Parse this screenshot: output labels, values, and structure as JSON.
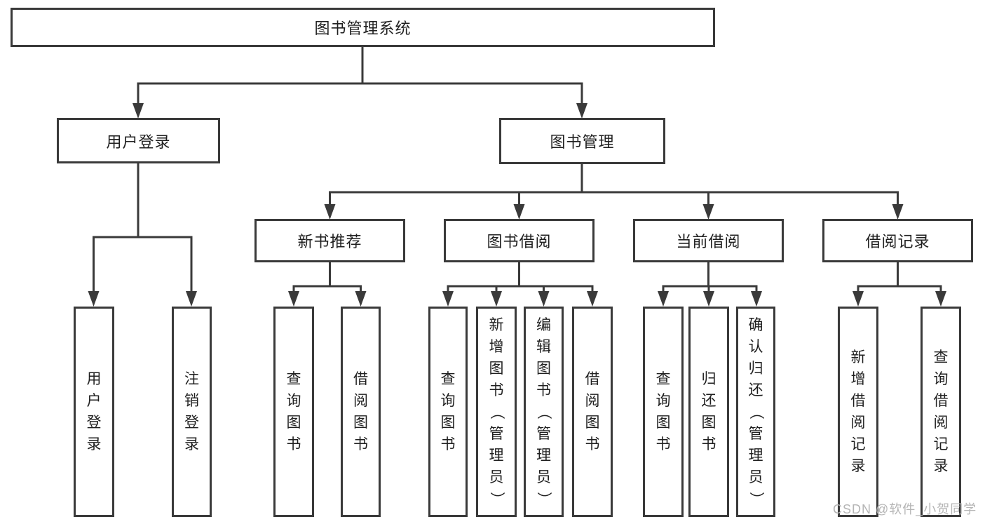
{
  "colors": {
    "line": "#3a3a3a",
    "text": "#1f1f1f",
    "background": "#ffffff",
    "watermark": "#b5b5b5"
  },
  "watermark": "CSDN @软件_小贺同学",
  "tree": {
    "root": "图书管理系统",
    "branches": [
      {
        "label": "用户登录",
        "children": [
          "用户登录",
          "注销登录"
        ]
      },
      {
        "label": "图书管理",
        "children": [
          {
            "label": "新书推荐",
            "children": [
              "查询图书",
              "借阅图书"
            ]
          },
          {
            "label": "图书借阅",
            "children": [
              "查询图书",
              "新增图书（管理员）",
              "编辑图书（管理员）",
              "借阅图书"
            ]
          },
          {
            "label": "当前借阅",
            "children": [
              "查询图书",
              "归还图书",
              "确认归还（管理员）"
            ]
          },
          {
            "label": "借阅记录",
            "children": [
              "新增借阅记录",
              "查询借阅记录"
            ]
          }
        ]
      }
    ]
  }
}
